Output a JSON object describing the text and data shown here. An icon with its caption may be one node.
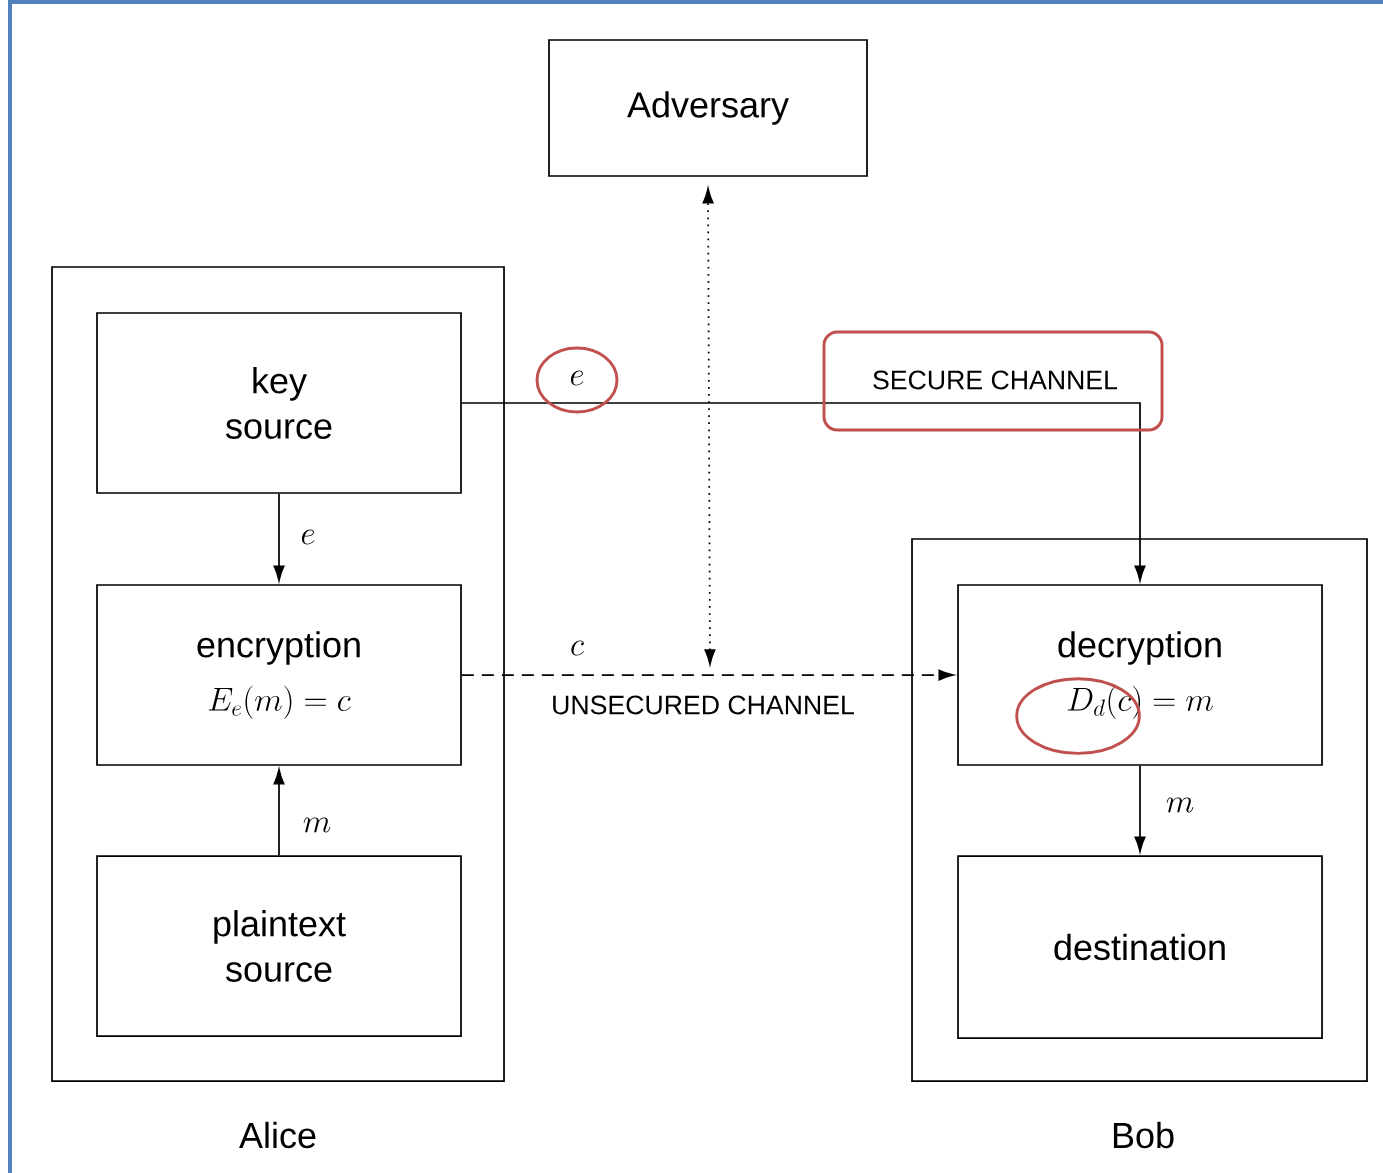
{
  "diagram": {
    "nodes": [
      {
        "text": [
          "Alice"
        ]
      },
      {
        "text": [
          "key source"
        ],
        "in": 0
      },
      {
        "text": [
          "encryption",
          "E_e(m) = c"
        ],
        "in": 0
      },
      {
        "text": [
          "plaintext source"
        ],
        "in": 0
      },
      {
        "text": [
          "Adversary"
        ]
      },
      {
        "text": [
          "Bob"
        ]
      },
      {
        "text": [
          "decryption",
          "D_d(c) = m"
        ],
        "in": 5
      },
      {
        "text": [
          "destination"
        ],
        "in": 5
      }
    ],
    "edges": [
      {
        "from": 1,
        "to": 2,
        "arrow": "to",
        "label": "e"
      },
      {
        "from": 3,
        "to": 2,
        "arrow": "to",
        "label": "m"
      },
      {
        "from": 1,
        "to": 6,
        "arrow": "to",
        "label": "e"
      },
      {
        "from": 2,
        "to": 6,
        "arrow": "to",
        "label": "c",
        "style": "dashed"
      },
      {
        "from": null,
        "to": 4,
        "arrow": "both",
        "style": "dashed"
      },
      {
        "from": 6,
        "to": 7,
        "arrow": "to",
        "label": "m"
      }
    ],
    "labels": [
      "SECURE CHANNEL",
      "UNSECURED CHANNEL"
    ]
  }
}
